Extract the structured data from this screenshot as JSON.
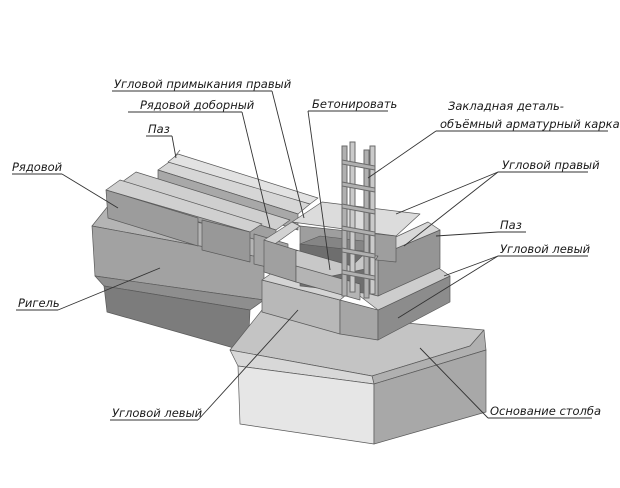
{
  "labels": {
    "corner_adjoining_right": "Угловой примыкания правый",
    "row_additional": "Рядовой доборный",
    "groove_left": "Паз",
    "row": "Рядовой",
    "beam": "Ригель",
    "corner_left_bottom": "Угловой левый",
    "concrete": "Бетонировать",
    "embedded_line1": "Закладная деталь-",
    "embedded_line2": "объёмный арматурный каркас",
    "corner_right": "Угловой правый",
    "groove_right": "Паз",
    "corner_left_right": "Угловой левый",
    "pillar_base": "Основание столба"
  },
  "colors": {
    "light_face": "#d2d2d2",
    "mid_face": "#b0b0b0",
    "dark_face": "#8a8a8a",
    "base_top": "#c6c6c6",
    "base_front": "#e4e4e4",
    "base_side": "#a9a9a9",
    "steel": "#9a9a9a"
  }
}
